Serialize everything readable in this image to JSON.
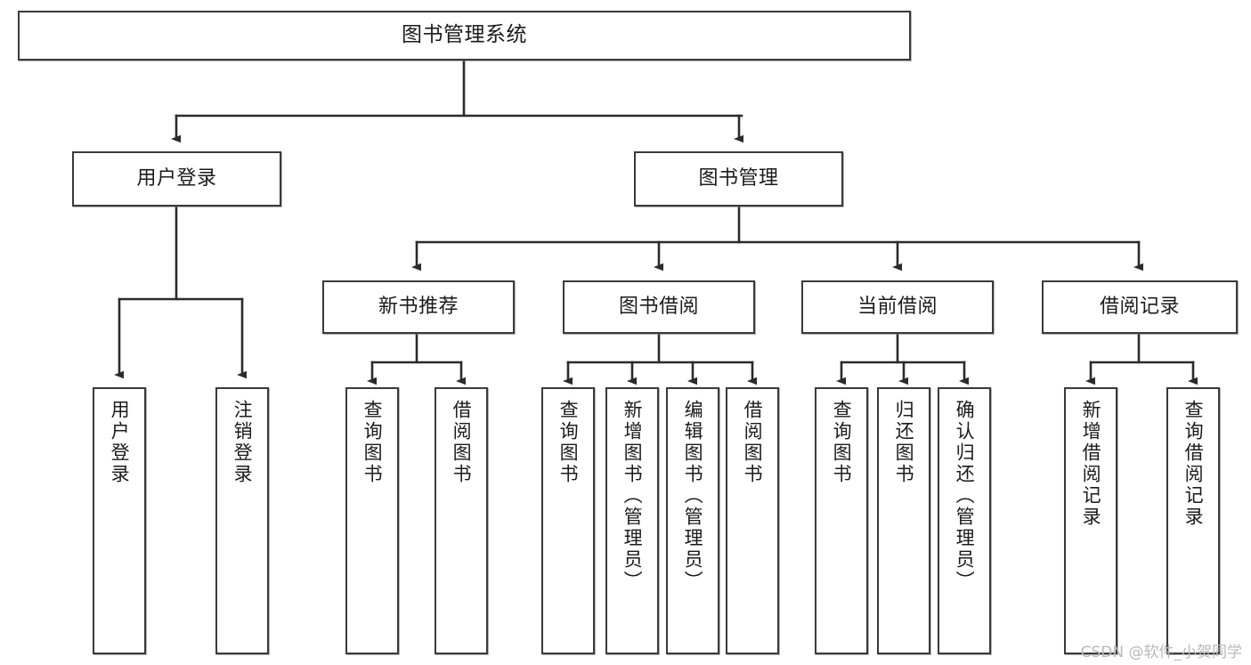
{
  "diagram": {
    "type": "tree-hierarchy",
    "title": "图书管理系统",
    "watermark": "CSDN @软件_小贺同学",
    "colors": {
      "node_border": "#3a3a3a",
      "node_fill": "#ffffff",
      "edge": "#2b2b2b",
      "text": "#1b1b1b",
      "watermark": "#b9b9b9"
    },
    "nodes": {
      "root": {
        "label": "图书管理系统",
        "level": 0,
        "orientation": "horizontal"
      },
      "user_login": {
        "label": "用户登录",
        "level": 1,
        "orientation": "horizontal"
      },
      "book_manage": {
        "label": "图书管理",
        "level": 1,
        "orientation": "horizontal"
      },
      "new_book_rec": {
        "label": "新书推荐",
        "level": 2,
        "orientation": "horizontal"
      },
      "book_borrow": {
        "label": "图书借阅",
        "level": 2,
        "orientation": "horizontal"
      },
      "current_borrow": {
        "label": "当前借阅",
        "level": 2,
        "orientation": "horizontal"
      },
      "borrow_record": {
        "label": "借阅记录",
        "level": 2,
        "orientation": "horizontal"
      },
      "leaf_user_login": {
        "label": "用户登录",
        "level": 3,
        "orientation": "vertical"
      },
      "leaf_logout": {
        "label": "注销登录",
        "level": 3,
        "orientation": "vertical"
      },
      "leaf_query_book_1": {
        "label": "查询图书",
        "level": 3,
        "orientation": "vertical"
      },
      "leaf_borrow_book_1": {
        "label": "借阅图书",
        "level": 3,
        "orientation": "vertical"
      },
      "leaf_query_book_2": {
        "label": "查询图书",
        "level": 3,
        "orientation": "vertical"
      },
      "leaf_add_book": {
        "label": "新增图书（管理员）",
        "level": 3,
        "orientation": "vertical"
      },
      "leaf_edit_book": {
        "label": "编辑图书（管理员）",
        "level": 3,
        "orientation": "vertical"
      },
      "leaf_borrow_book_2": {
        "label": "借阅图书",
        "level": 3,
        "orientation": "vertical"
      },
      "leaf_query_book_3": {
        "label": "查询图书",
        "level": 3,
        "orientation": "vertical"
      },
      "leaf_return_book": {
        "label": "归还图书",
        "level": 3,
        "orientation": "vertical"
      },
      "leaf_confirm_return": {
        "label": "确认归还（管理员）",
        "level": 3,
        "orientation": "vertical"
      },
      "leaf_add_record": {
        "label": "新增借阅记录",
        "level": 3,
        "orientation": "vertical"
      },
      "leaf_query_record": {
        "label": "查询借阅记录",
        "level": 3,
        "orientation": "vertical"
      }
    },
    "edges": [
      {
        "from": "root",
        "to": "user_login"
      },
      {
        "from": "root",
        "to": "book_manage"
      },
      {
        "from": "user_login",
        "to": "leaf_user_login"
      },
      {
        "from": "user_login",
        "to": "leaf_logout"
      },
      {
        "from": "book_manage",
        "to": "new_book_rec"
      },
      {
        "from": "book_manage",
        "to": "book_borrow"
      },
      {
        "from": "book_manage",
        "to": "current_borrow"
      },
      {
        "from": "book_manage",
        "to": "borrow_record"
      },
      {
        "from": "new_book_rec",
        "to": "leaf_query_book_1"
      },
      {
        "from": "new_book_rec",
        "to": "leaf_borrow_book_1"
      },
      {
        "from": "book_borrow",
        "to": "leaf_query_book_2"
      },
      {
        "from": "book_borrow",
        "to": "leaf_add_book"
      },
      {
        "from": "book_borrow",
        "to": "leaf_edit_book"
      },
      {
        "from": "book_borrow",
        "to": "leaf_borrow_book_2"
      },
      {
        "from": "current_borrow",
        "to": "leaf_query_book_3"
      },
      {
        "from": "current_borrow",
        "to": "leaf_return_book"
      },
      {
        "from": "current_borrow",
        "to": "leaf_confirm_return"
      },
      {
        "from": "borrow_record",
        "to": "leaf_add_record"
      },
      {
        "from": "borrow_record",
        "to": "leaf_query_record"
      }
    ]
  }
}
